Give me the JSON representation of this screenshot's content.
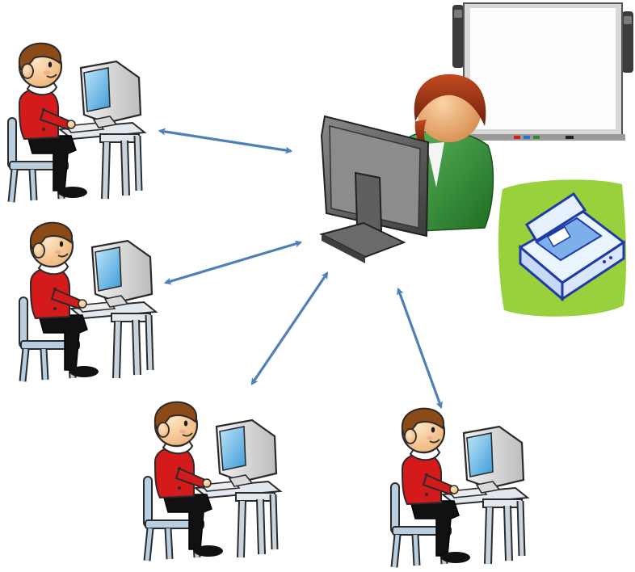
{
  "diagram": {
    "type": "classroom-network",
    "hub": {
      "figure": "teacher",
      "icon": "desktop-computer-icon"
    },
    "peripherals": [
      {
        "name": "interactive-whiteboard",
        "icon": "whiteboard-icon"
      },
      {
        "name": "scanner",
        "icon": "scanner-icon"
      }
    ],
    "nodes": [
      {
        "figure": "student",
        "icon": "student-workstation-icon"
      },
      {
        "figure": "student",
        "icon": "student-workstation-icon"
      },
      {
        "figure": "student",
        "icon": "student-workstation-icon"
      },
      {
        "figure": "student",
        "icon": "student-workstation-icon"
      }
    ],
    "links": [
      {
        "from": "student-1",
        "to": "teacher",
        "direction": "bidirectional"
      },
      {
        "from": "student-2",
        "to": "teacher",
        "direction": "bidirectional"
      },
      {
        "from": "student-3",
        "to": "teacher",
        "direction": "bidirectional"
      },
      {
        "from": "student-4",
        "to": "teacher",
        "direction": "bidirectional"
      }
    ],
    "colors": {
      "arrow": "#4f7fb8",
      "student_shirt": "#d41a1a",
      "student_hair": "#8b4a16",
      "teacher_shirt": "#2e8b2e",
      "teacher_hair": "#8e2a12",
      "scanner_backdrop": "#98d13c",
      "monitor_screen": "#6fb7e6"
    }
  }
}
